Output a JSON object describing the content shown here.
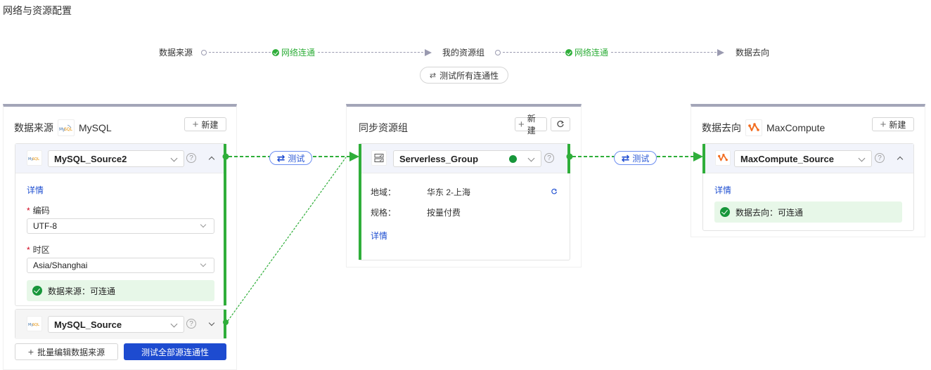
{
  "page": {
    "title": "网络与资源配置"
  },
  "flow": {
    "source_label": "数据来源",
    "link1_status": "网络连通",
    "resource_label": "我的资源组",
    "link2_status": "网络连通",
    "dest_label": "数据去向",
    "test_all_label": "测试所有连通性"
  },
  "source_col": {
    "title": "数据来源",
    "type_name": "MySQL",
    "new_label": "新建",
    "card1": {
      "name": "MySQL_Source2",
      "details_link": "详情",
      "encoding_label": "编码",
      "encoding_value": "UTF-8",
      "timezone_label": "时区",
      "timezone_value": "Asia/Shanghai",
      "status_text": "数据来源：可连通"
    },
    "card2": {
      "name": "MySQL_Source"
    },
    "batch_edit_label": "批量编辑数据来源",
    "test_all_sources_label": "测试全部源连通性"
  },
  "connectors": {
    "test_label_1": "测试",
    "test_label_2": "测试"
  },
  "resource_col": {
    "title": "同步资源组",
    "new_label": "新建",
    "card": {
      "name": "Serverless_Group",
      "region_label": "地域：",
      "region_value": "华东 2-上海",
      "spec_label": "规格：",
      "spec_value": "按量付费",
      "details_link": "详情"
    }
  },
  "dest_col": {
    "title": "数据去向",
    "type_name": "MaxCompute",
    "new_label": "新建",
    "card": {
      "name": "MaxCompute_Source",
      "details_link": "详情",
      "status_text": "数据去向：可连通"
    }
  },
  "colors": {
    "accent_green": "#2fae3a",
    "primary_blue": "#1d4bd0",
    "link_blue": "#1f4fd1",
    "column_top_border": "#a3a5b8",
    "status_bg": "#e7f7e8"
  }
}
